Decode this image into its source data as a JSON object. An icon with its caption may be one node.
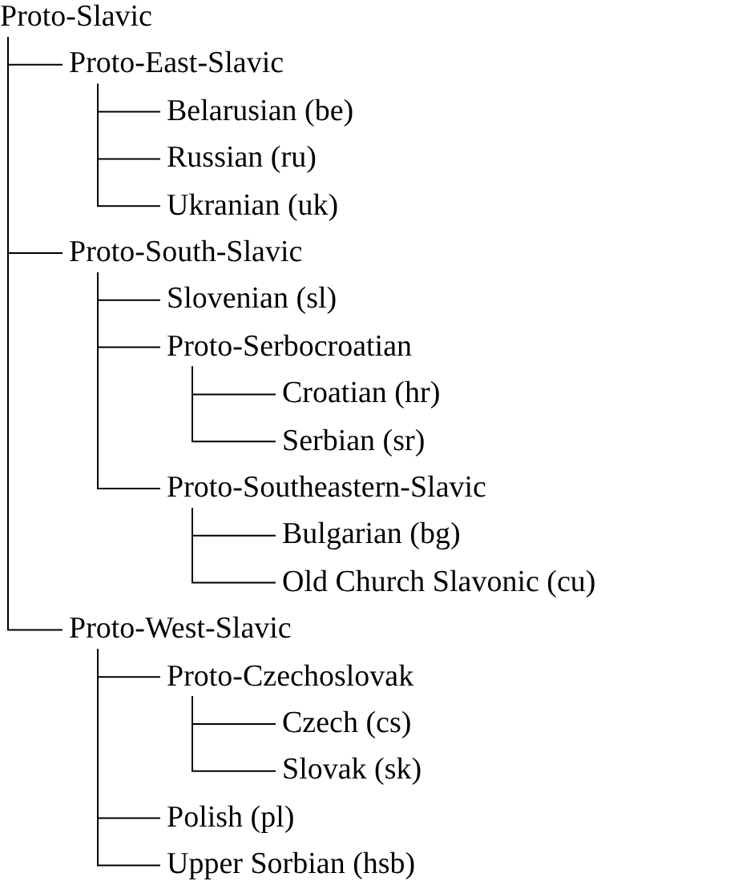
{
  "diagram": {
    "nodes": [
      {
        "text": [
          "Proto-Slavic"
        ]
      },
      {
        "text": [
          "Proto-East-Slavic"
        ]
      },
      {
        "text": [
          "Belarusian (be)"
        ]
      },
      {
        "text": [
          "Russian (ru)"
        ]
      },
      {
        "text": [
          "Ukranian (uk)"
        ]
      },
      {
        "text": [
          "Proto-South-Slavic"
        ]
      },
      {
        "text": [
          "Slovenian (sl)"
        ]
      },
      {
        "text": [
          "Proto-Serbocroatian"
        ]
      },
      {
        "text": [
          "Croatian (hr)"
        ]
      },
      {
        "text": [
          "Serbian (sr)"
        ]
      },
      {
        "text": [
          "Proto-Southeastern-Slavic"
        ]
      },
      {
        "text": [
          "Bulgarian (bg)"
        ]
      },
      {
        "text": [
          "Old Church Slavonic (cu)"
        ]
      },
      {
        "text": [
          "Proto-West-Slavic"
        ]
      },
      {
        "text": [
          "Proto-Czechoslovak"
        ]
      },
      {
        "text": [
          "Czech (cs)"
        ]
      },
      {
        "text": [
          "Slovak (sk)"
        ]
      },
      {
        "text": [
          "Polish (pl)"
        ]
      },
      {
        "text": [
          "Upper Sorbian (hsb)"
        ]
      }
    ],
    "edges": [
      {
        "from": 0,
        "to": 1,
        "arrow": "none"
      },
      {
        "from": 1,
        "to": 2,
        "arrow": "none"
      },
      {
        "from": 1,
        "to": 3,
        "arrow": "none"
      },
      {
        "from": 1,
        "to": 4,
        "arrow": "none"
      },
      {
        "from": 0,
        "to": 5,
        "arrow": "none"
      },
      {
        "from": 5,
        "to": 6,
        "arrow": "none"
      },
      {
        "from": 5,
        "to": 7,
        "arrow": "none"
      },
      {
        "from": 7,
        "to": 8,
        "arrow": "none"
      },
      {
        "from": 7,
        "to": 9,
        "arrow": "none"
      },
      {
        "from": 5,
        "to": 10,
        "arrow": "none"
      },
      {
        "from": 10,
        "to": 11,
        "arrow": "none"
      },
      {
        "from": 10,
        "to": 12,
        "arrow": "none"
      },
      {
        "from": 0,
        "to": 13,
        "arrow": "none"
      },
      {
        "from": 13,
        "to": 14,
        "arrow": "none"
      },
      {
        "from": 14,
        "to": 15,
        "arrow": "none"
      },
      {
        "from": 14,
        "to": 16,
        "arrow": "none"
      },
      {
        "from": 13,
        "to": 17,
        "arrow": "none"
      },
      {
        "from": 13,
        "to": 18,
        "arrow": "none"
      }
    ]
  }
}
